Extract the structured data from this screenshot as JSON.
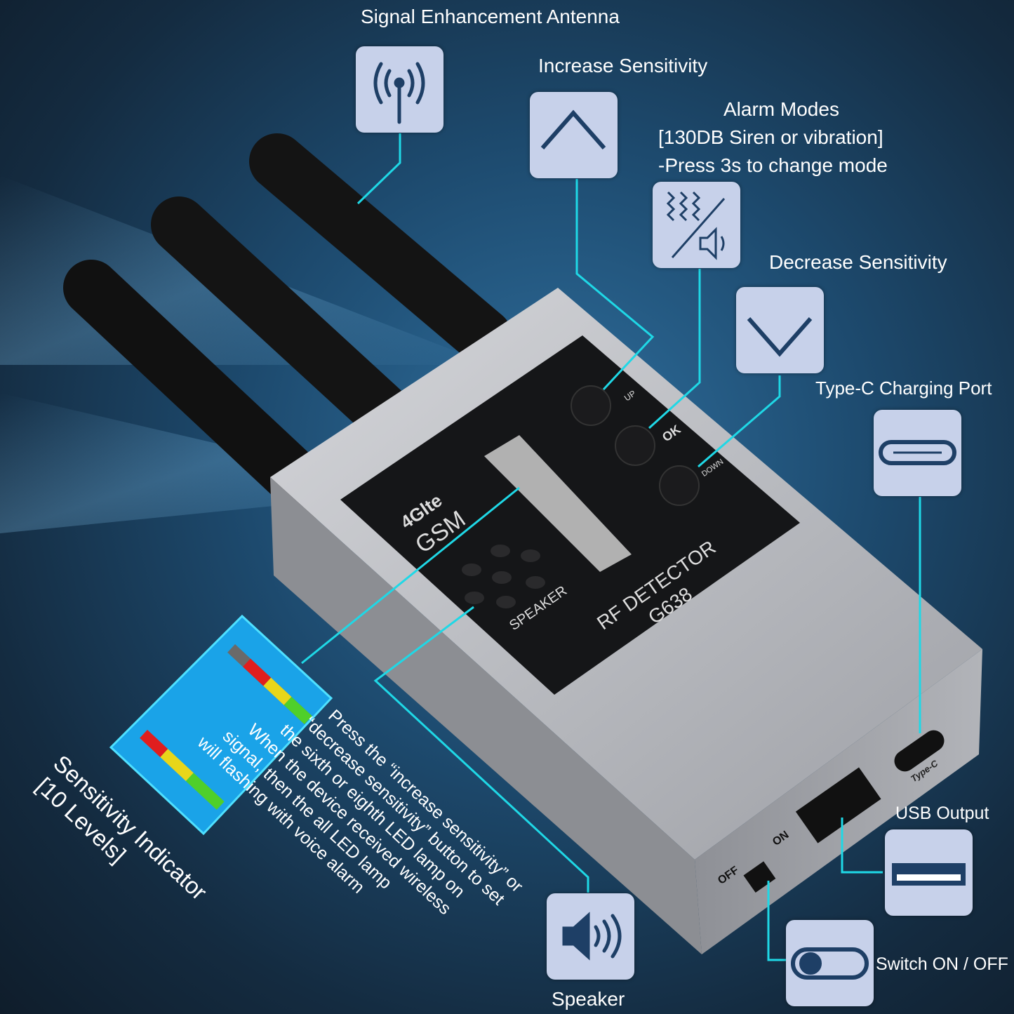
{
  "labels": {
    "antenna": "Signal Enhancement Antenna",
    "increase": "Increase Sensitivity",
    "alarm_line1": "Alarm Modes",
    "alarm_line2": "[130DB Siren or vibration]",
    "alarm_line3": "-Press 3s to change mode",
    "decrease": "Decrease Sensitivity",
    "typec": "Type-C Charging Port",
    "usb": "USB Output",
    "switch": "Switch ON / OFF",
    "speaker": "Speaker",
    "sensitivity_line1": "Sensitivity Indicator",
    "sensitivity_line2": "[10 Levels]"
  },
  "description": {
    "line1": "Press the “increase sensitivity” or",
    "line2": "“decrease sensitivity” button to set",
    "line3": "the sixth or eighth LED lamp on",
    "line4": "When the device received wireless",
    "line5": "signal, then the all LED lamp",
    "line6": "will flashing with voice alarm"
  },
  "device": {
    "brand1": "4Glte",
    "brand2": "GSM",
    "model1": "RF DETECTOR",
    "model2": "G638",
    "speaker": "SPEAKER",
    "btn_up": "UP",
    "btn_ok": "OK",
    "btn_down": "DOWN",
    "port_typec": "Type-C",
    "switch_off": "OFF",
    "switch_on": "ON"
  },
  "colors": {
    "accent_line": "#1fd8e6",
    "icon_box": "#c7d1ea",
    "icon_stroke": "#1e3f66",
    "indicator_panel": "#1aa3e8"
  },
  "icons": [
    "antenna-icon",
    "chevron-up-icon",
    "vibration-mute-icon",
    "chevron-down-icon",
    "usb-c-port-icon",
    "usb-port-icon",
    "toggle-switch-icon",
    "speaker-icon"
  ]
}
